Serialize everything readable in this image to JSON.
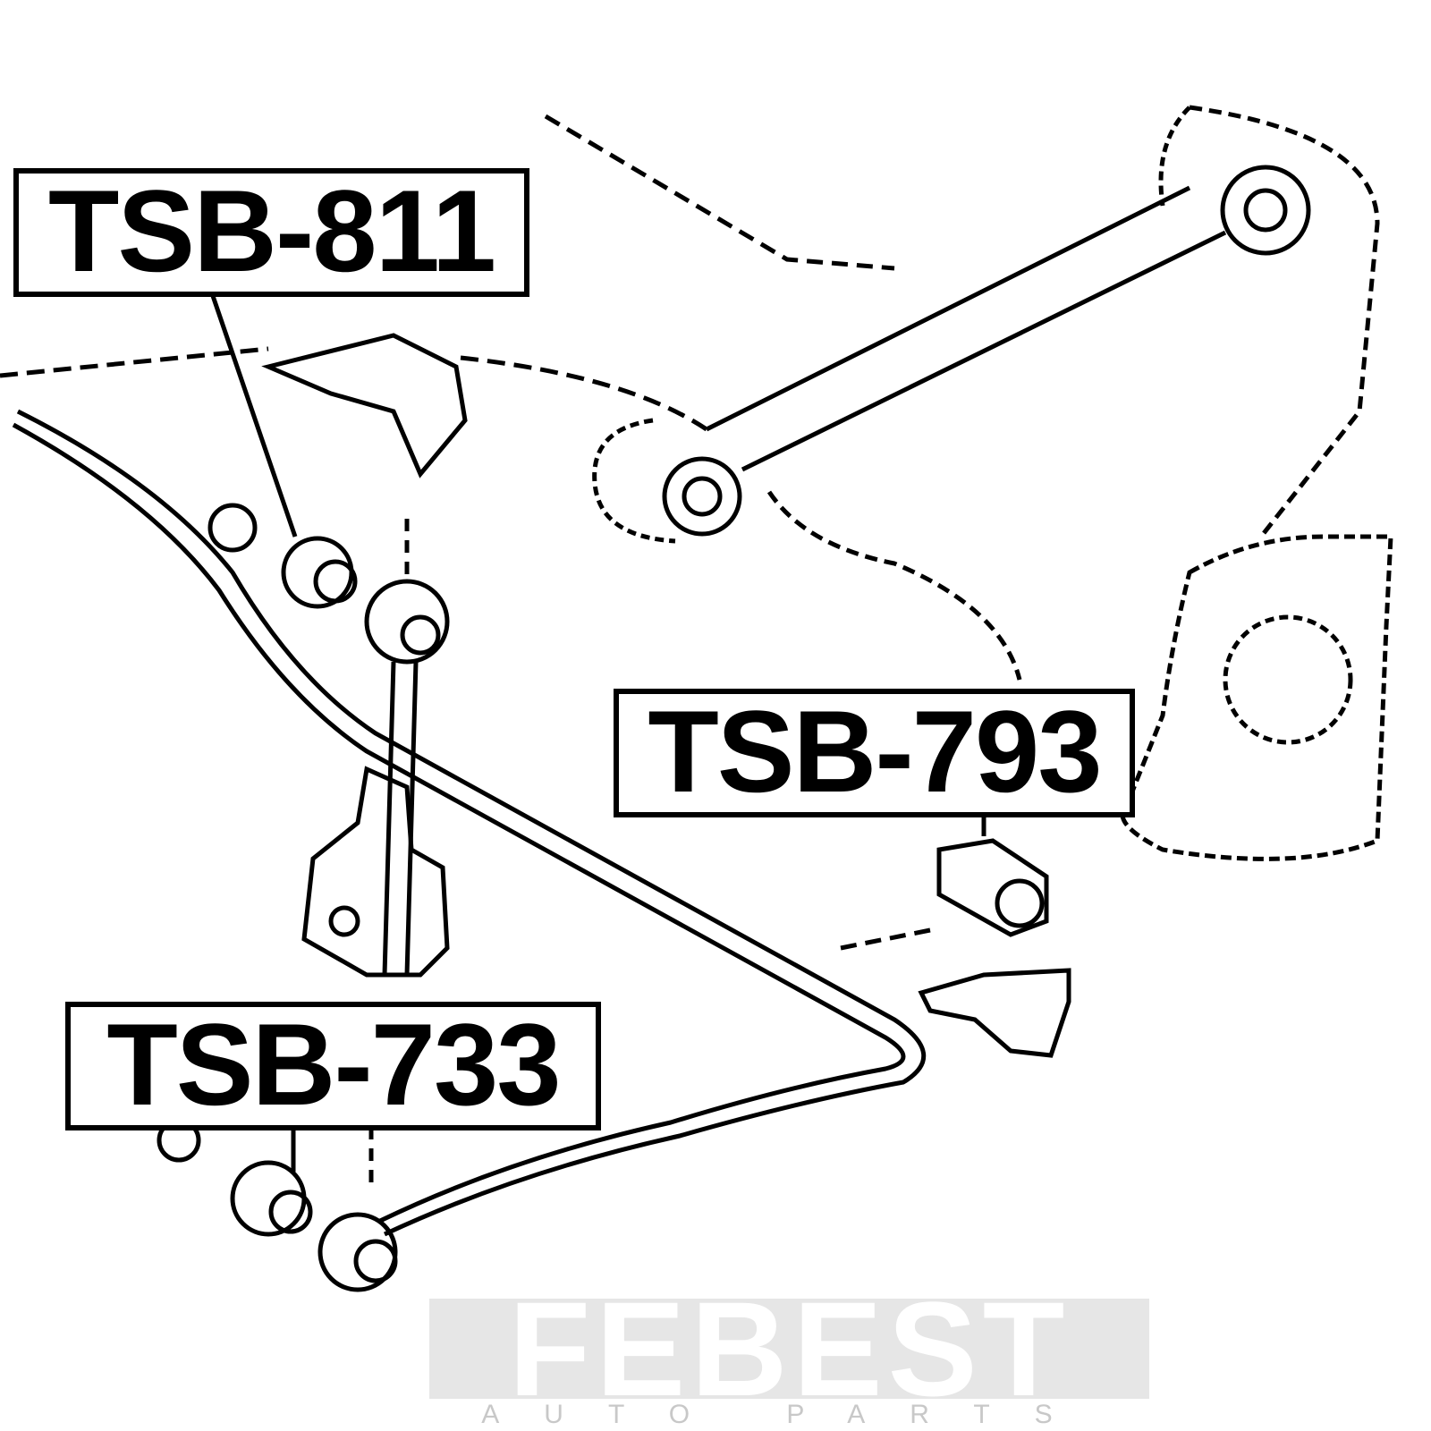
{
  "watermark": {
    "brand": "FEBEST",
    "tagline": "AUTO PARTS"
  },
  "labels": [
    {
      "part_number": "TSB-811"
    },
    {
      "part_number": "TSB-793"
    },
    {
      "part_number": "TSB-733"
    }
  ],
  "colors": {
    "line": "#000000",
    "watermark": "#e6e6e6"
  }
}
